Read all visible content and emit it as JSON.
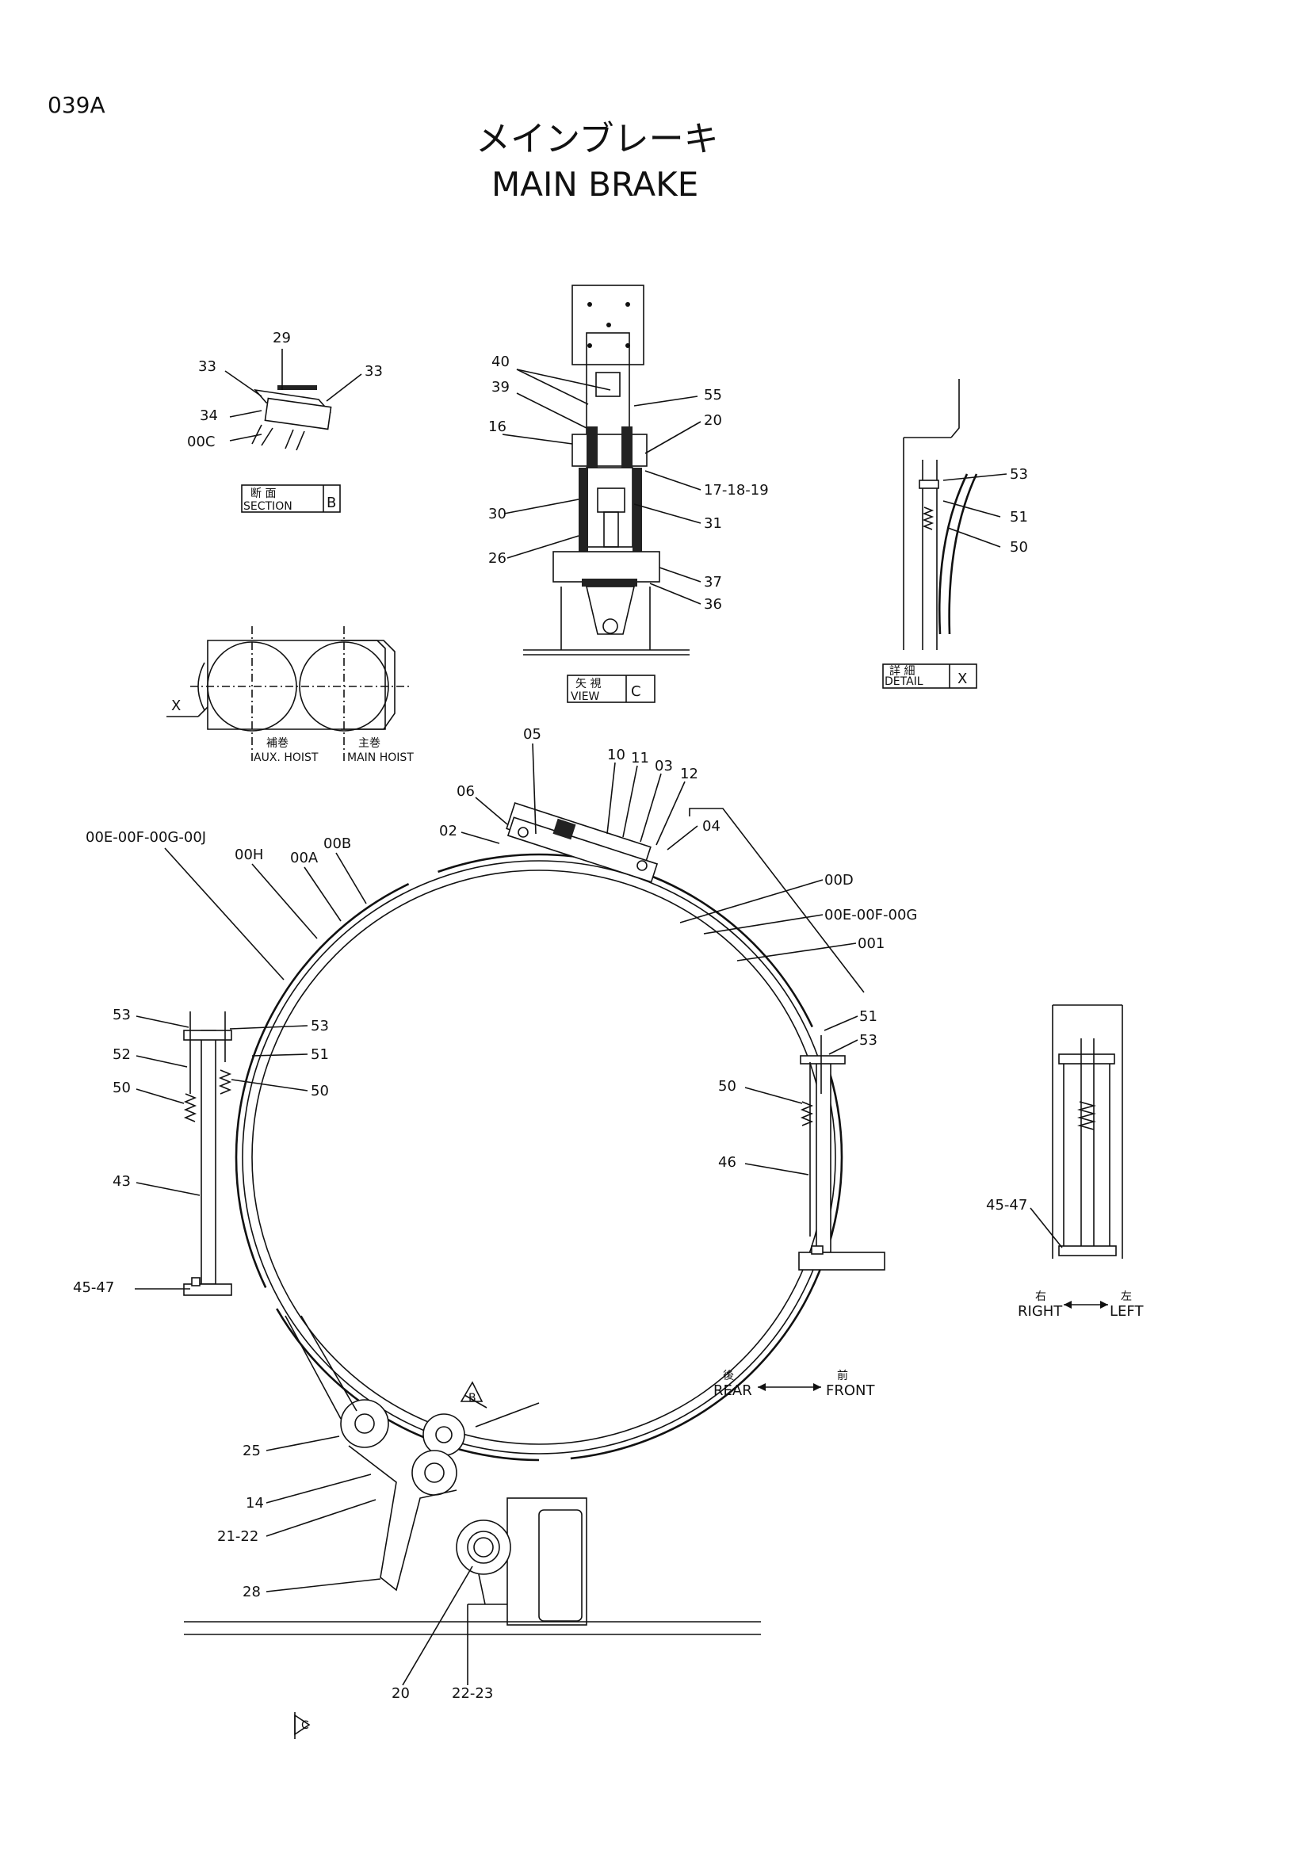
{
  "header": {
    "page_code": "039A",
    "title_jp": "メインブレーキ",
    "title_en": "MAIN BRAKE"
  },
  "views": {
    "section_b": {
      "jp": "断 面",
      "en": "SECTION",
      "letter": "B"
    },
    "view_c": {
      "jp": "矢 視",
      "en": "VIEW",
      "letter": "C"
    },
    "detail_x": {
      "jp": "詳 細",
      "en": "DETAIL",
      "letter": "X"
    }
  },
  "hoist": {
    "x_marker": "X",
    "aux_jp": "補巻",
    "aux_en": "AUX. HOIST",
    "main_jp": "主巻",
    "main_en": "MAIN HOIST"
  },
  "orientation": {
    "right_jp": "右",
    "right_en": "RIGHT",
    "left_jp": "左",
    "left_en": "LEFT",
    "rear_jp": "後",
    "rear_en": "REAR",
    "front_jp": "前",
    "front_en": "FRONT",
    "marker_b": "B",
    "marker_c": "C"
  },
  "part_labels": {
    "sb_29": "29",
    "sb_33a": "33",
    "sb_33b": "33",
    "sb_34": "34",
    "sb_00c": "00C",
    "vc_40": "40",
    "vc_39": "39",
    "vc_16": "16",
    "vc_30": "30",
    "vc_26": "26",
    "vc_55": "55",
    "vc_20": "20",
    "vc_17": "17-18-19",
    "vc_31": "31",
    "vc_37": "37",
    "vc_36": "36",
    "dx_53": "53",
    "dx_51": "51",
    "dx_50": "50",
    "m_05": "05",
    "m_10": "10",
    "m_11": "11",
    "m_03": "03",
    "m_12": "12",
    "m_06": "06",
    "m_02": "02",
    "m_04": "04",
    "m_00e_j": "00E-00F-00G-00J",
    "m_00h": "00H",
    "m_00a": "00A",
    "m_00b": "00B",
    "m_00d": "00D",
    "m_00e_g": "00E-00F-00G",
    "m_001": "001",
    "m_53a": "53",
    "m_52": "52",
    "m_50a": "50",
    "m_43": "43",
    "m_4547a": "45-47",
    "m_53b": "53",
    "m_51a": "51",
    "m_50b": "50",
    "m_51b": "51",
    "m_53c": "53",
    "m_50c": "50",
    "m_46": "46",
    "r_4547": "45-47",
    "m_25": "25",
    "m_14": "14",
    "m_2122": "21-22",
    "m_28": "28",
    "m_20": "20",
    "m_2223": "22-23"
  }
}
